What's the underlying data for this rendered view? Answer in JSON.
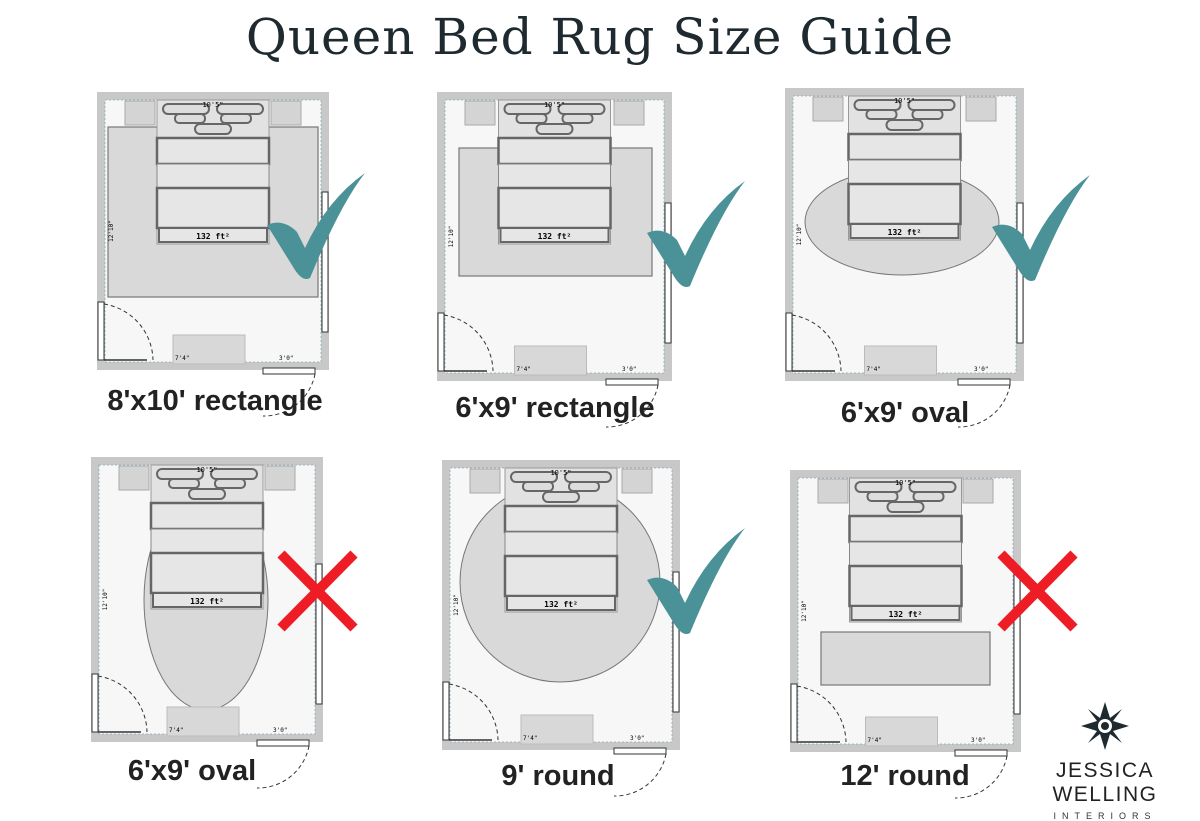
{
  "title": "Queen Bed Rug Size Guide",
  "plan_text": {
    "width": "10'5\"",
    "length": "12'10\"",
    "area": "132 ft²",
    "wall_left": "7'4\"",
    "wall_right": "3'0\""
  },
  "panels": [
    {
      "label": "8'x10' rectangle",
      "rug_shape": "rectangle",
      "verdict": "check"
    },
    {
      "label": "6'x9' rectangle",
      "rug_shape": "rectangle",
      "verdict": "check"
    },
    {
      "label": "6'x9' oval",
      "rug_shape": "oval-horizontal",
      "verdict": "check"
    },
    {
      "label": "6'x9' oval",
      "rug_shape": "oval-vertical",
      "verdict": "cross"
    },
    {
      "label": "9' round",
      "rug_shape": "round",
      "verdict": "check"
    },
    {
      "label": "12' round",
      "rug_shape": "rectangle",
      "verdict": "cross"
    }
  ],
  "colors": {
    "check": "#4a9297",
    "cross": "#ee1c24",
    "rug": "#d9d9d9",
    "wall": "#c8c8c8"
  },
  "logo": {
    "name": "JESSICA WELLING",
    "sub": "INTERIORS"
  }
}
